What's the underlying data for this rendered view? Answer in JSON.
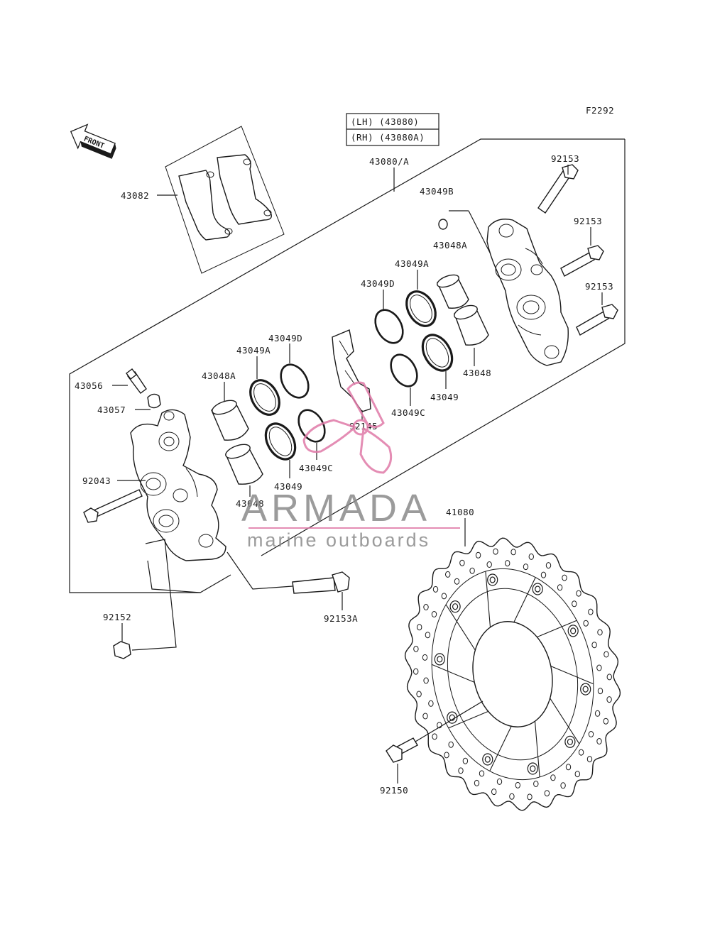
{
  "figure_code": "F2292",
  "front_label": "FRONT",
  "legend": {
    "lh": "(LH) (43080)",
    "rh": "(RH) (43080A)"
  },
  "parts": {
    "p43080": "43080/A",
    "p43082": "43082",
    "p43049B": "43049B",
    "p43048A_r": "43048A",
    "p43049A_r": "43049A",
    "p43049D_r": "43049D",
    "p43048_r": "43048",
    "p43049_r": "43049",
    "p43049C_r": "43049C",
    "p92153_a": "92153",
    "p92153_b": "92153",
    "p92153_c": "92153",
    "p43049D_l": "43049D",
    "p43049A_l": "43049A",
    "p43048A_l": "43048A",
    "p43056": "43056",
    "p43057": "43057",
    "p92145": "92145",
    "p43049C_l": "43049C",
    "p43049_l": "43049",
    "p43048_l": "43048",
    "p92043": "92043",
    "p41080": "41080",
    "p92152": "92152",
    "p92153A": "92153A",
    "p92150": "92150"
  },
  "watermark": {
    "brand": "ARMADA",
    "tagline": "marine outboards",
    "logo_color": "#e07aa8"
  }
}
